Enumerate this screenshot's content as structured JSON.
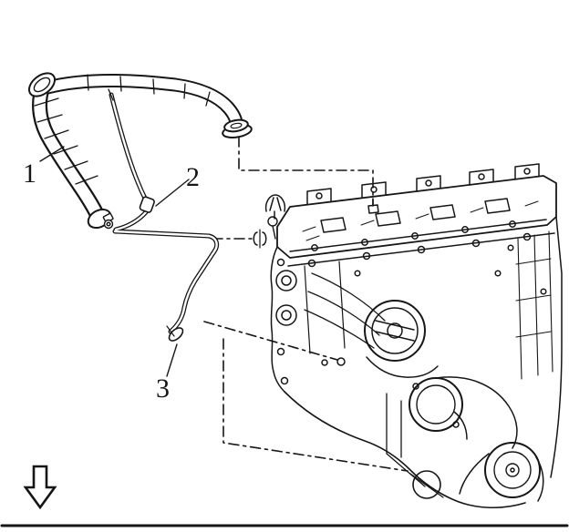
{
  "figure": {
    "colors": {
      "line": "#161616",
      "background": "#ffffff"
    },
    "callouts": [
      {
        "label": "1"
      },
      {
        "label": "2"
      },
      {
        "label": "3"
      }
    ],
    "icons": {
      "front_direction_arrow": "down-arrow-icon"
    }
  }
}
